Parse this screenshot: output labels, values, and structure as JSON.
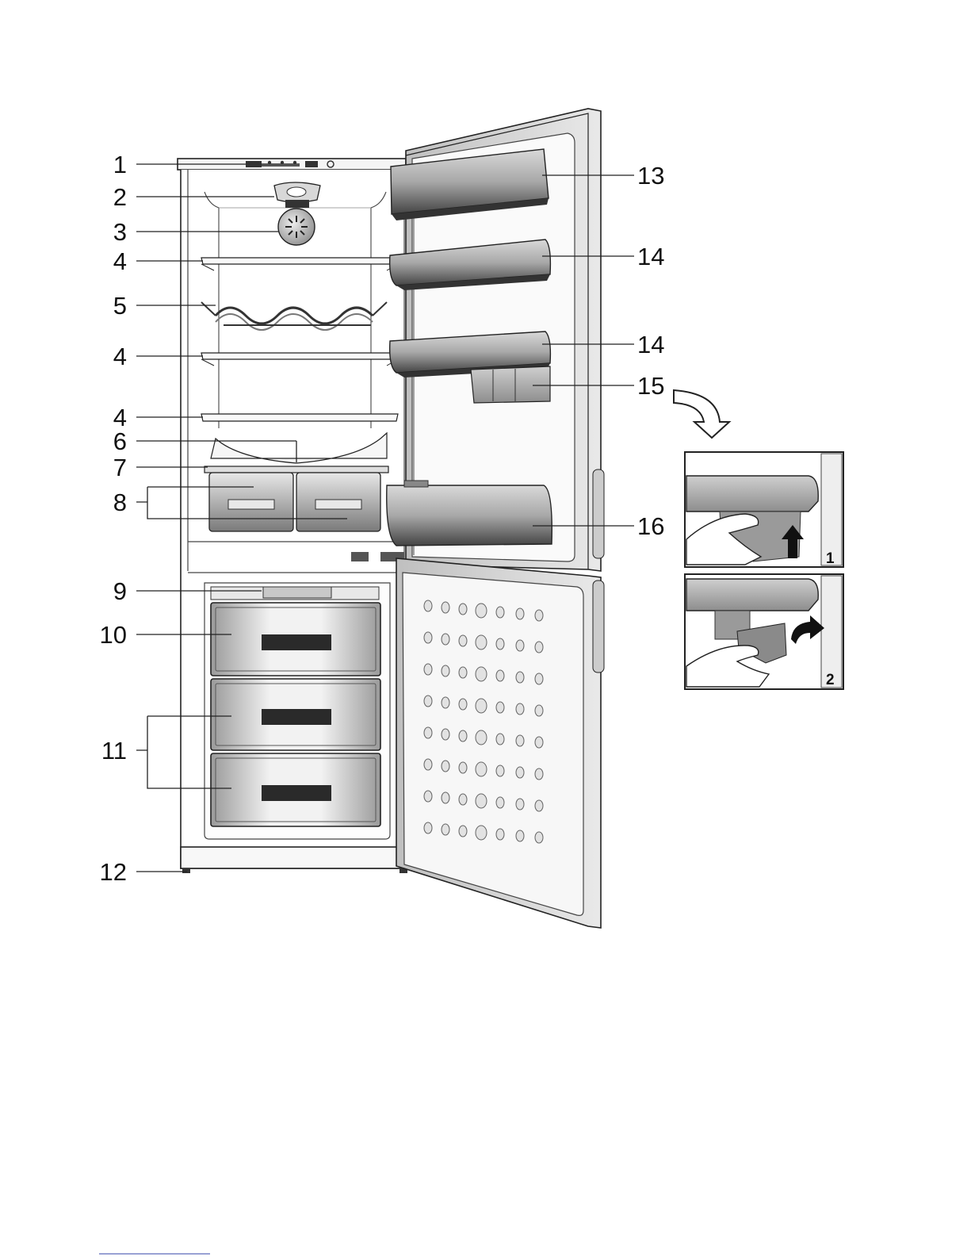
{
  "figure": {
    "left_callouts": [
      {
        "id": "1",
        "label": "1"
      },
      {
        "id": "2",
        "label": "2"
      },
      {
        "id": "3",
        "label": "3"
      },
      {
        "id": "4a",
        "label": "4"
      },
      {
        "id": "5",
        "label": "5"
      },
      {
        "id": "4b",
        "label": "4"
      },
      {
        "id": "4c",
        "label": "4"
      },
      {
        "id": "6",
        "label": "6"
      },
      {
        "id": "7",
        "label": "7"
      },
      {
        "id": "8",
        "label": "8"
      },
      {
        "id": "9",
        "label": "9"
      },
      {
        "id": "10",
        "label": "10"
      },
      {
        "id": "11",
        "label": "11"
      },
      {
        "id": "12",
        "label": "12"
      }
    ],
    "right_callouts": [
      {
        "id": "13",
        "label": "13"
      },
      {
        "id": "14a",
        "label": "14"
      },
      {
        "id": "14b",
        "label": "14"
      },
      {
        "id": "15",
        "label": "15"
      },
      {
        "id": "16",
        "label": "16"
      }
    ],
    "inset_steps": [
      {
        "id": "step1",
        "label": "1"
      },
      {
        "id": "step2",
        "label": "2"
      }
    ],
    "colors": {
      "line": "#222222",
      "shelf_shadow": "#555555",
      "tray_dark": "#2a2a2a"
    }
  }
}
